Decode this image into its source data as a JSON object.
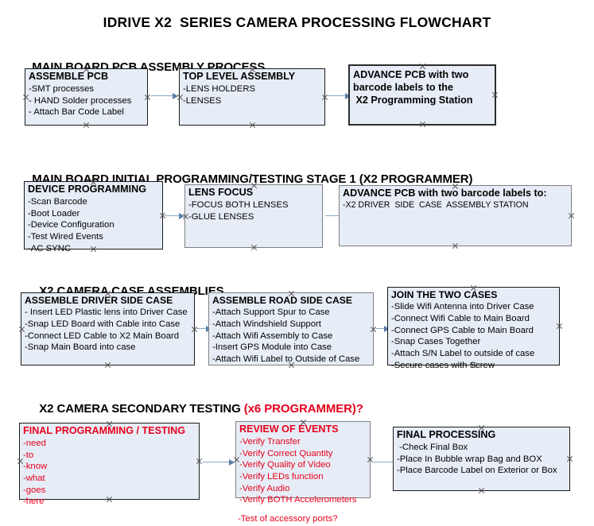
{
  "document": {
    "title": "IDRIVE X2  SERIES CAMERA PROCESSING FLOWCHART",
    "accent_color": "#e8001c",
    "box_fill": "#e7edf6",
    "arrow_color": "#8ba6c4"
  },
  "sections": [
    {
      "id": "main-board-pcb-assembly",
      "title": "MAIN BOARD PCB ASSEMBLY PROCESS",
      "title_accent": "",
      "nodes": [
        {
          "id": "assemble-pcb",
          "heading": "ASSEMBLE PCB",
          "lines": [
            "-SMT processes",
            "- HAND Solder processes",
            "- Attach Bar Code Label"
          ]
        },
        {
          "id": "top-level-assembly",
          "heading": "TOP LEVEL ASSEMBLY",
          "lines": [
            "-LENS HOLDERS",
            "-LENSES"
          ]
        },
        {
          "id": "advance-pcb-to-x2-programming-station",
          "heading": "ADVANCE PCB with two",
          "lines": [
            "barcode labels to the",
            " X2 Programming Station"
          ]
        }
      ]
    },
    {
      "id": "main-board-initial-programming",
      "title": "MAIN BOARD INITIAL PROGRAMMING/TESTING STAGE 1 (X2 PROGRAMMER)",
      "title_accent": "",
      "nodes": [
        {
          "id": "device-programming",
          "heading": "DEVICE PROGRAMMING",
          "lines": [
            "-Scan Barcode",
            "-Boot Loader",
            "-Device Configuration",
            "-Test Wired Events",
            "-AC SYNC"
          ]
        },
        {
          "id": "lens-focus",
          "heading": "LENS FOCUS",
          "lines": [
            "-FOCUS BOTH LENSES",
            "-GLUE LENSES"
          ]
        },
        {
          "id": "advance-pcb-to-driver-side-case-station",
          "heading": "ADVANCE PCB with two barcode labels to:",
          "lines": [
            "-X2 DRIVER  SIDE  CASE  ASSEMBLY STATION"
          ]
        }
      ]
    },
    {
      "id": "x2-camera-case-assemblies",
      "title": "X2 CAMERA CASE ASSEMBLIES",
      "title_accent": "",
      "nodes": [
        {
          "id": "assemble-driver-side-case",
          "heading": "ASSEMBLE DRIVER SIDE CASE",
          "lines": [
            "- Insert LED Plastic lens into Driver Case",
            "-Snap LED Board with Cable into Case",
            "-Connect LED Cable to X2 Main Board",
            "-Snap Main Board into case"
          ]
        },
        {
          "id": "assemble-road-side-case",
          "heading": "ASSEMBLE ROAD SIDE CASE",
          "lines": [
            "-Attach Support Spur to Case",
            "-Attach Windshield Support",
            "-Attach Wifi Assembly to Case",
            "-Insert GPS Module into Case",
            "-Attach Wifi Label to Outside of Case"
          ]
        },
        {
          "id": "join-the-two-cases",
          "heading": "JOIN THE TWO CASES",
          "lines": [
            "-Slide Wifi Antenna into Driver Case",
            "-Connect Wifi Cable to Main Board",
            "-Connect GPS Cable to Main Board",
            "-Snap Cases Together",
            "-Attach S/N Label to outside of case",
            "-Secure cases with Screw"
          ]
        }
      ]
    },
    {
      "id": "x2-camera-secondary-testing",
      "title": "X2 CAMERA SECONDARY TESTING ",
      "title_accent": "(x6 PROGRAMMER)?",
      "nodes": [
        {
          "id": "final-programming-testing",
          "heading": "FINAL PROGRAMMING / TESTING",
          "lines": [
            "-need",
            "-to",
            "-know",
            "-what",
            "-goes",
            "-here"
          ]
        },
        {
          "id": "review-of-events",
          "heading": "REVIEW OF EVENTS",
          "lines": [
            "-Verify Transfer",
            "-Verify Correct Quantity",
            "-Verify Quality of Video",
            "-Verify LEDs function",
            "-Verify Audio",
            "-Verify BOTH Accelerometers"
          ],
          "overflow_line": "-Test of accessory ports?"
        },
        {
          "id": "final-processing",
          "heading": "FINAL PROCESSING",
          "lines": [
            " -Check Final Box",
            "-Place In Bubble wrap Bag and BOX",
            "-Place Barcode Label on Exterior or Box"
          ]
        }
      ]
    }
  ]
}
